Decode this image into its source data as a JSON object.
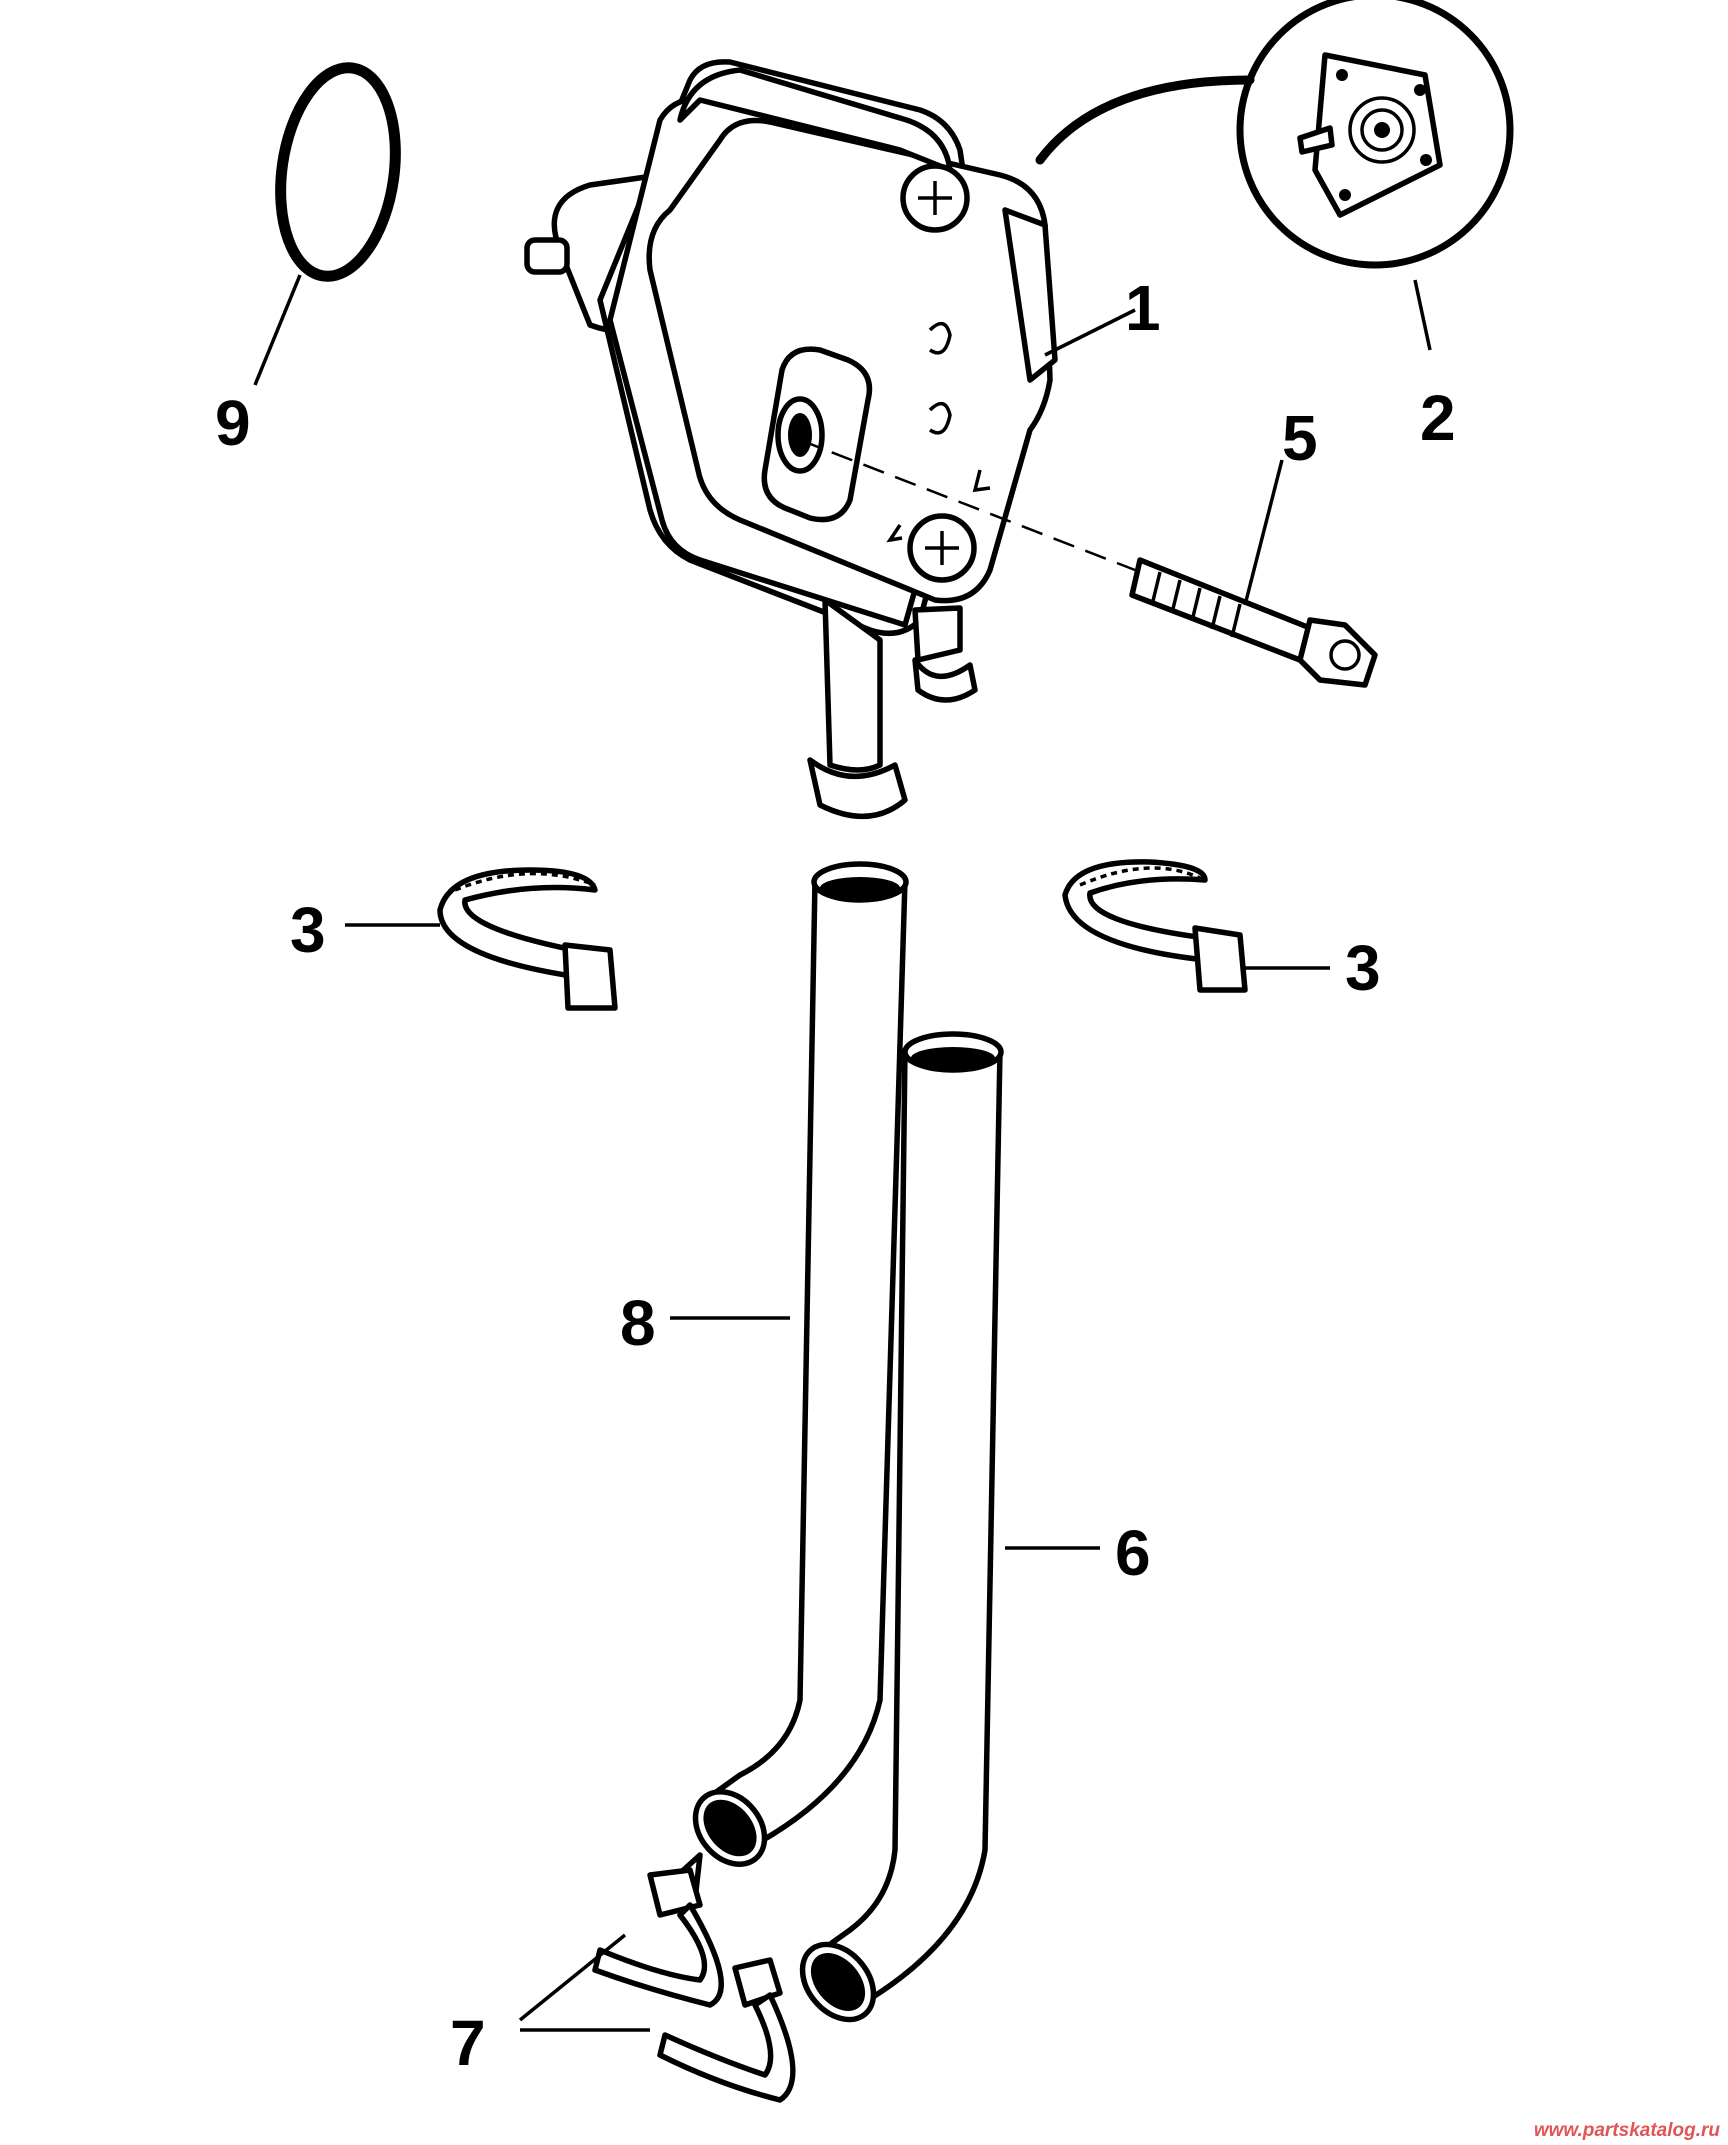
{
  "callouts": [
    {
      "id": "1",
      "label": "1"
    },
    {
      "id": "2",
      "label": "2"
    },
    {
      "id": "3a",
      "label": "3"
    },
    {
      "id": "3b",
      "label": "3"
    },
    {
      "id": "5",
      "label": "5"
    },
    {
      "id": "6",
      "label": "6"
    },
    {
      "id": "7",
      "label": "7"
    },
    {
      "id": "8",
      "label": "8"
    },
    {
      "id": "9",
      "label": "9"
    }
  ],
  "watermark": {
    "text": "www.partskatalog.ru",
    "color": "#e05555"
  }
}
